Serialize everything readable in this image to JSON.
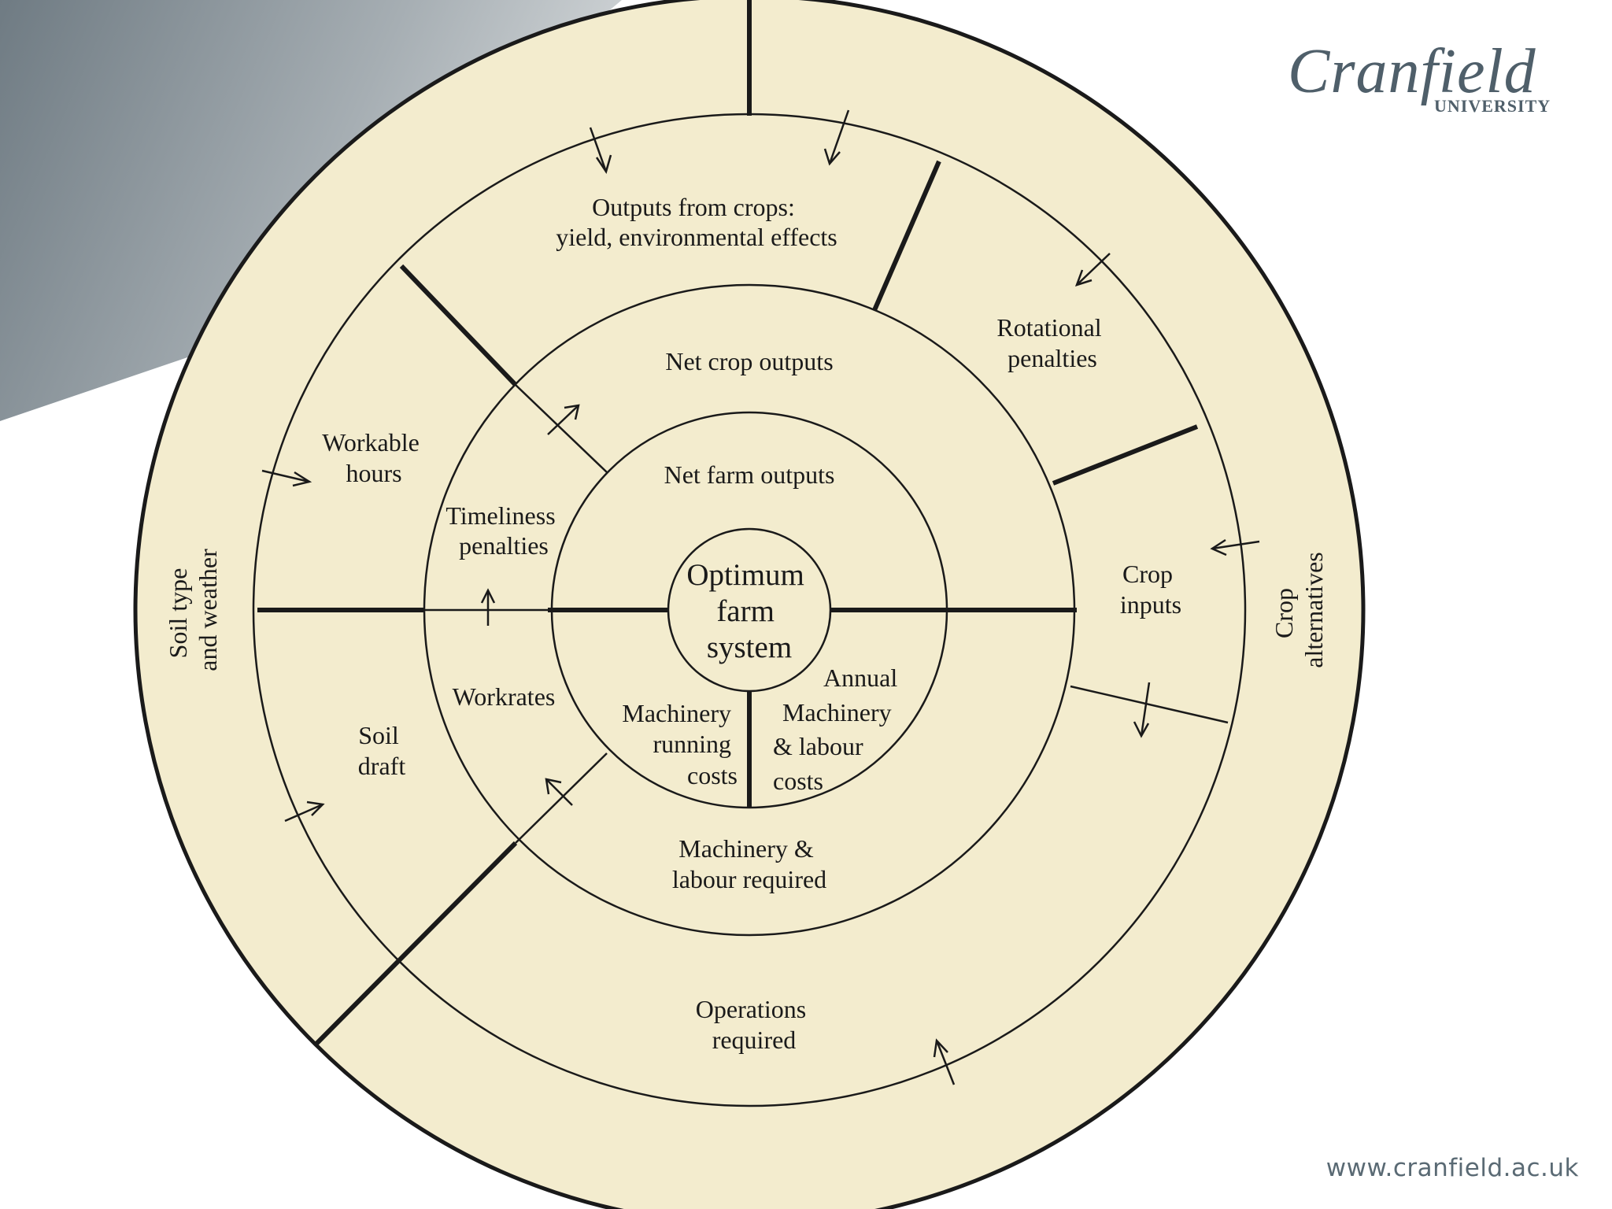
{
  "logo": {
    "name": "Cranfield",
    "subtitle": "UNIVERSITY"
  },
  "footer": {
    "url": "www.cranfield.ac.uk"
  },
  "colors": {
    "disc_fill": "#f3ecce",
    "wedge_dark": "#6f7b83",
    "wedge_light": "#c2c8cb",
    "line": "#1a1a1a",
    "logo": "#4f5f6a"
  },
  "diagram": {
    "center": [
      "Optimum",
      "farm",
      "system"
    ],
    "ring1": {
      "top": "Net farm outputs",
      "bottom_left": [
        "Machinery",
        "running",
        "costs"
      ],
      "bottom_right": [
        "Annual",
        "Machinery",
        "& labour",
        "costs"
      ]
    },
    "ring2": {
      "top": "Net crop outputs",
      "left_upper": [
        "Timeliness",
        "penalties"
      ],
      "left_lower": "Workrates",
      "bottom": [
        "Machinery &",
        "labour required"
      ]
    },
    "ring3": {
      "top": [
        "Outputs from crops:",
        "yield, environmental effects"
      ],
      "upper_right": [
        "Rotational",
        "penalties"
      ],
      "right": [
        "Crop",
        "inputs"
      ],
      "upper_left": [
        "Workable",
        "hours"
      ],
      "lower_left": [
        "Soil",
        "draft"
      ],
      "bottom": [
        "Operations",
        "required"
      ]
    },
    "outer": {
      "left": [
        "Soil type",
        "and weather"
      ],
      "right": [
        "Crop",
        "alternatives"
      ]
    }
  }
}
